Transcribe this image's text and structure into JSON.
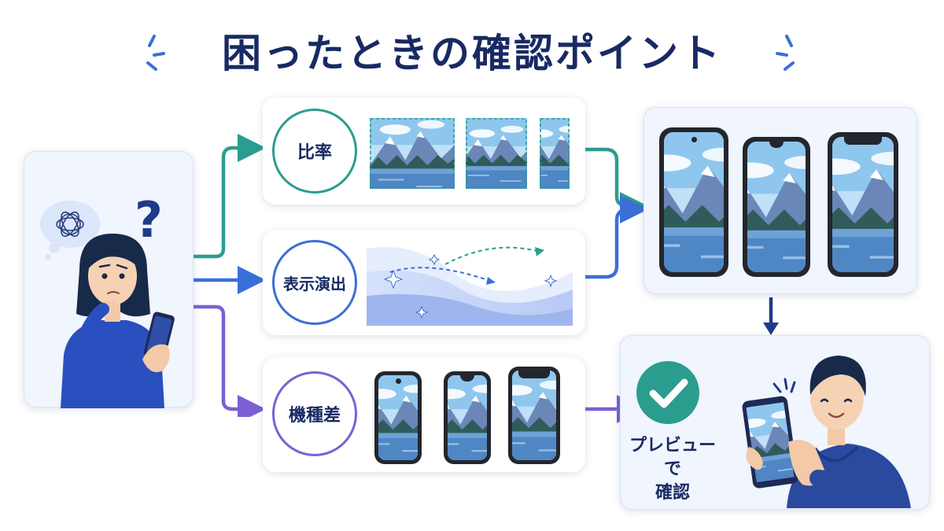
{
  "title": "困ったときの確認ポイント",
  "points": [
    {
      "label": "比率",
      "color": "#2a9d8f"
    },
    {
      "label": "表示演出",
      "color": "#3a6fd8"
    },
    {
      "label": "機種差",
      "color": "#7d5fd3"
    }
  ],
  "result": {
    "line1": "プレビューで",
    "line2": "確認",
    "color": "#2a9d8f"
  },
  "colors": {
    "title": "#182a63",
    "teal": "#2a9d8f",
    "blue": "#3a6fd8",
    "purple": "#7d5fd3",
    "navy": "#1f3a8a"
  },
  "icons": [
    "sparkle-icon",
    "question-mark-icon",
    "thought-bubble-icon",
    "checkmark-icon",
    "arrow-icon",
    "smartphone-icon"
  ]
}
